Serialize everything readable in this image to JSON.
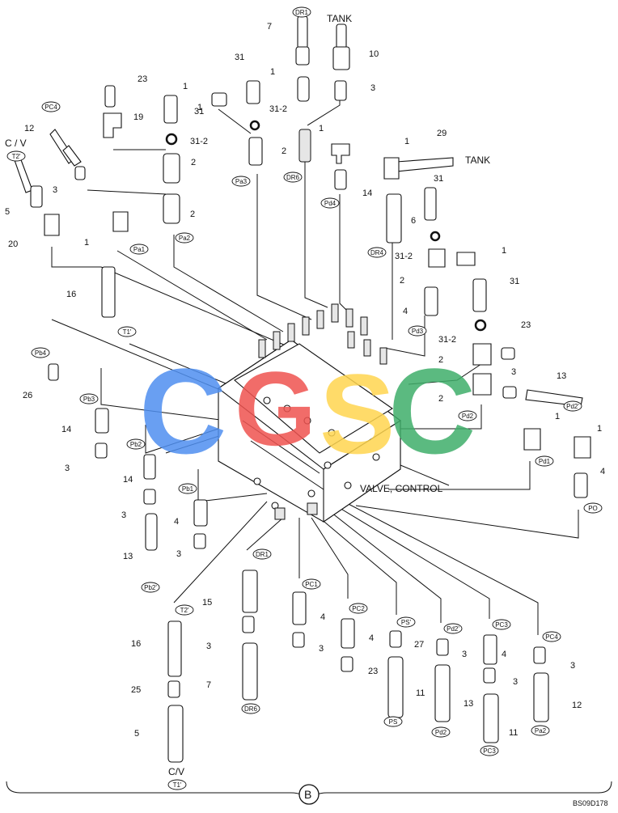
{
  "drawing": {
    "title": "VALVE, CONTROL",
    "code": "BS09D178",
    "section": "B",
    "tank_labels": [
      "TANK",
      "TANK"
    ],
    "cv_labels": [
      "C / V",
      "C/V"
    ]
  },
  "tags": [
    "DR1",
    "PC4",
    "T2'",
    "Pa1",
    "Pa2",
    "Pa3",
    "DR6",
    "Pd4",
    "DR4",
    "Pd3",
    "Pb4",
    "T1'",
    "Pb3",
    "Pb2",
    "Pb1",
    "Pd2",
    "Pd2'",
    "Pd1",
    "PO",
    "DR1",
    "PC1",
    "PC2",
    "PS'",
    "Pd2'",
    "PC3",
    "PC4",
    "Pb2'",
    "T2'",
    "DR6",
    "PS",
    "Pd2",
    "Pa2",
    "PC3",
    "T1'"
  ],
  "numbers": [
    "7",
    "1",
    "10",
    "3",
    "31",
    "1",
    "31-2",
    "31",
    "23",
    "1",
    "19",
    "31-2",
    "2",
    "2",
    "12",
    "C / V",
    "3",
    "5",
    "2",
    "1",
    "29",
    "1",
    "14",
    "31",
    "6",
    "20",
    "1",
    "16",
    "31-2",
    "2",
    "1",
    "4",
    "31",
    "31-2",
    "23",
    "3",
    "2",
    "13",
    "2",
    "26",
    "14",
    "3",
    "14",
    "3",
    "4",
    "3",
    "13",
    "15",
    "16",
    "3",
    "25",
    "7",
    "5",
    "4",
    "3",
    "4",
    "23",
    "27",
    "11",
    "3",
    "13",
    "4",
    "3",
    "11",
    "3",
    "12",
    "1",
    "1",
    "4"
  ],
  "colors": {
    "ink": "#111111",
    "logo_c1": "#4f8ff0",
    "logo_g": "#ef5350",
    "logo_s": "#ffd54f",
    "logo_c2": "#3fae6a"
  },
  "logo": [
    "C",
    "G",
    "S",
    "C"
  ]
}
